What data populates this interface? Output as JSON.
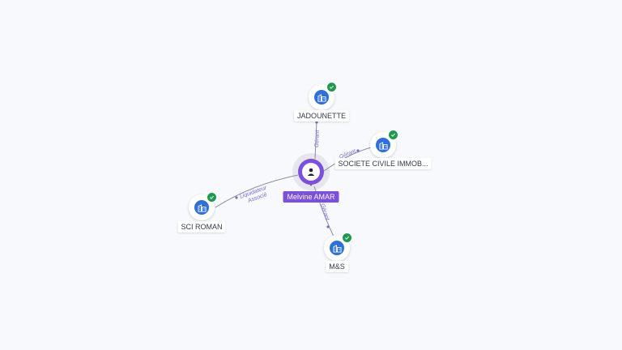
{
  "colors": {
    "background": "#f7f9fd",
    "person": "#7b4fe0",
    "company": "#2b6fe0",
    "verified": "#1a9c4a",
    "edge_label": "#7d68d9"
  },
  "person": {
    "name": "Melvine AMAR",
    "icon": "person-icon"
  },
  "companies": [
    {
      "id": "jadounette",
      "name": "JADOUNETTE",
      "icon": "building-icon",
      "verified": true
    },
    {
      "id": "sci-civile",
      "name": "SOCIETE CIVILE IMMOB...",
      "icon": "building-icon",
      "verified": true
    },
    {
      "id": "sci-roman",
      "name": "SCI ROMAN",
      "icon": "building-icon",
      "verified": true
    },
    {
      "id": "ms",
      "name": "M&S",
      "icon": "building-icon",
      "verified": true
    }
  ],
  "relations": [
    {
      "target": "jadounette",
      "label": "Gérant"
    },
    {
      "target": "sci-civile",
      "label": "Gérant"
    },
    {
      "target": "sci-roman",
      "label": "Liquidateur",
      "label2": "Associé"
    },
    {
      "target": "ms",
      "label": "Gérant"
    }
  ]
}
